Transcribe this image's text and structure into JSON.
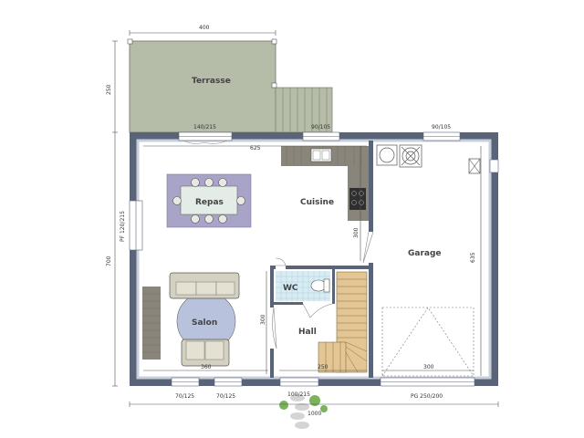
{
  "rooms": {
    "terrasse": "Terrasse",
    "repas": "Repas",
    "cuisine": "Cuisine",
    "garage": "Garage",
    "wc": "WC",
    "salon": "Salon",
    "hall": "Hall"
  },
  "dimensions": {
    "terrace_width": "400",
    "terrace_depth": "250",
    "house_depth": "700",
    "house_width": "1000",
    "living_width": "625",
    "window_top_left": "140/215",
    "window_top_mid": "90/105",
    "window_top_right": "90/105",
    "window_left": "PF 120/215",
    "kitchen_depth": "300",
    "garage_depth": "635",
    "hall_depth": "300",
    "salon_width": "360",
    "stair_width": "250",
    "garage_width": "300",
    "window_bottom_1": "70/125",
    "window_bottom_2": "70/125",
    "door_front": "100/215",
    "garage_door": "PG 250/200"
  },
  "colors": {
    "wall": "#5a6478",
    "wall_light": "#c8cfdc",
    "terrace": "#b5bca8",
    "floor": "#ffffff",
    "table_rug": "#a8a4c8",
    "sofa": "#d4d1c0",
    "salon_rug": "#b8c2dc",
    "stairs": "#e3c694",
    "wc_tile": "#d8ecf4",
    "counter": "#8a857a"
  }
}
